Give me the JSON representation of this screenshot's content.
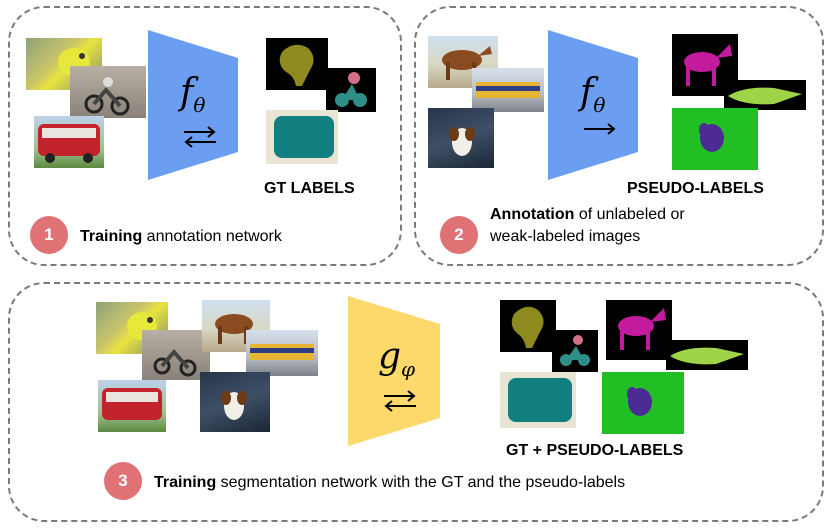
{
  "colors": {
    "panel_border": "#7a7a7a",
    "annotation_net": "#6b9ef0",
    "segmentation_net": "#fdd86b",
    "badge": "#e07276"
  },
  "panel1": {
    "func_symbol": "f",
    "func_sub": "θ",
    "labels_title": "GT LABELS",
    "step_number": "1",
    "step_bold": "Training",
    "step_text": " annotation network"
  },
  "panel2": {
    "func_symbol": "f",
    "func_sub": "θ",
    "labels_title": "PSEUDO-LABELS",
    "step_number": "2",
    "step_bold": "Annotation",
    "step_text_line1": " of unlabeled or",
    "step_text_line2": "weak-labeled images"
  },
  "panel3": {
    "func_symbol": "g",
    "func_sub": "φ",
    "labels_title": "GT + PSEUDO-LABELS",
    "step_number": "3",
    "step_bold": "Training",
    "step_text": " segmentation network with the GT and the pseudo-labels"
  },
  "icons": {
    "bidirectional": "double-arrow-icon",
    "forward": "right-arrow-icon"
  }
}
